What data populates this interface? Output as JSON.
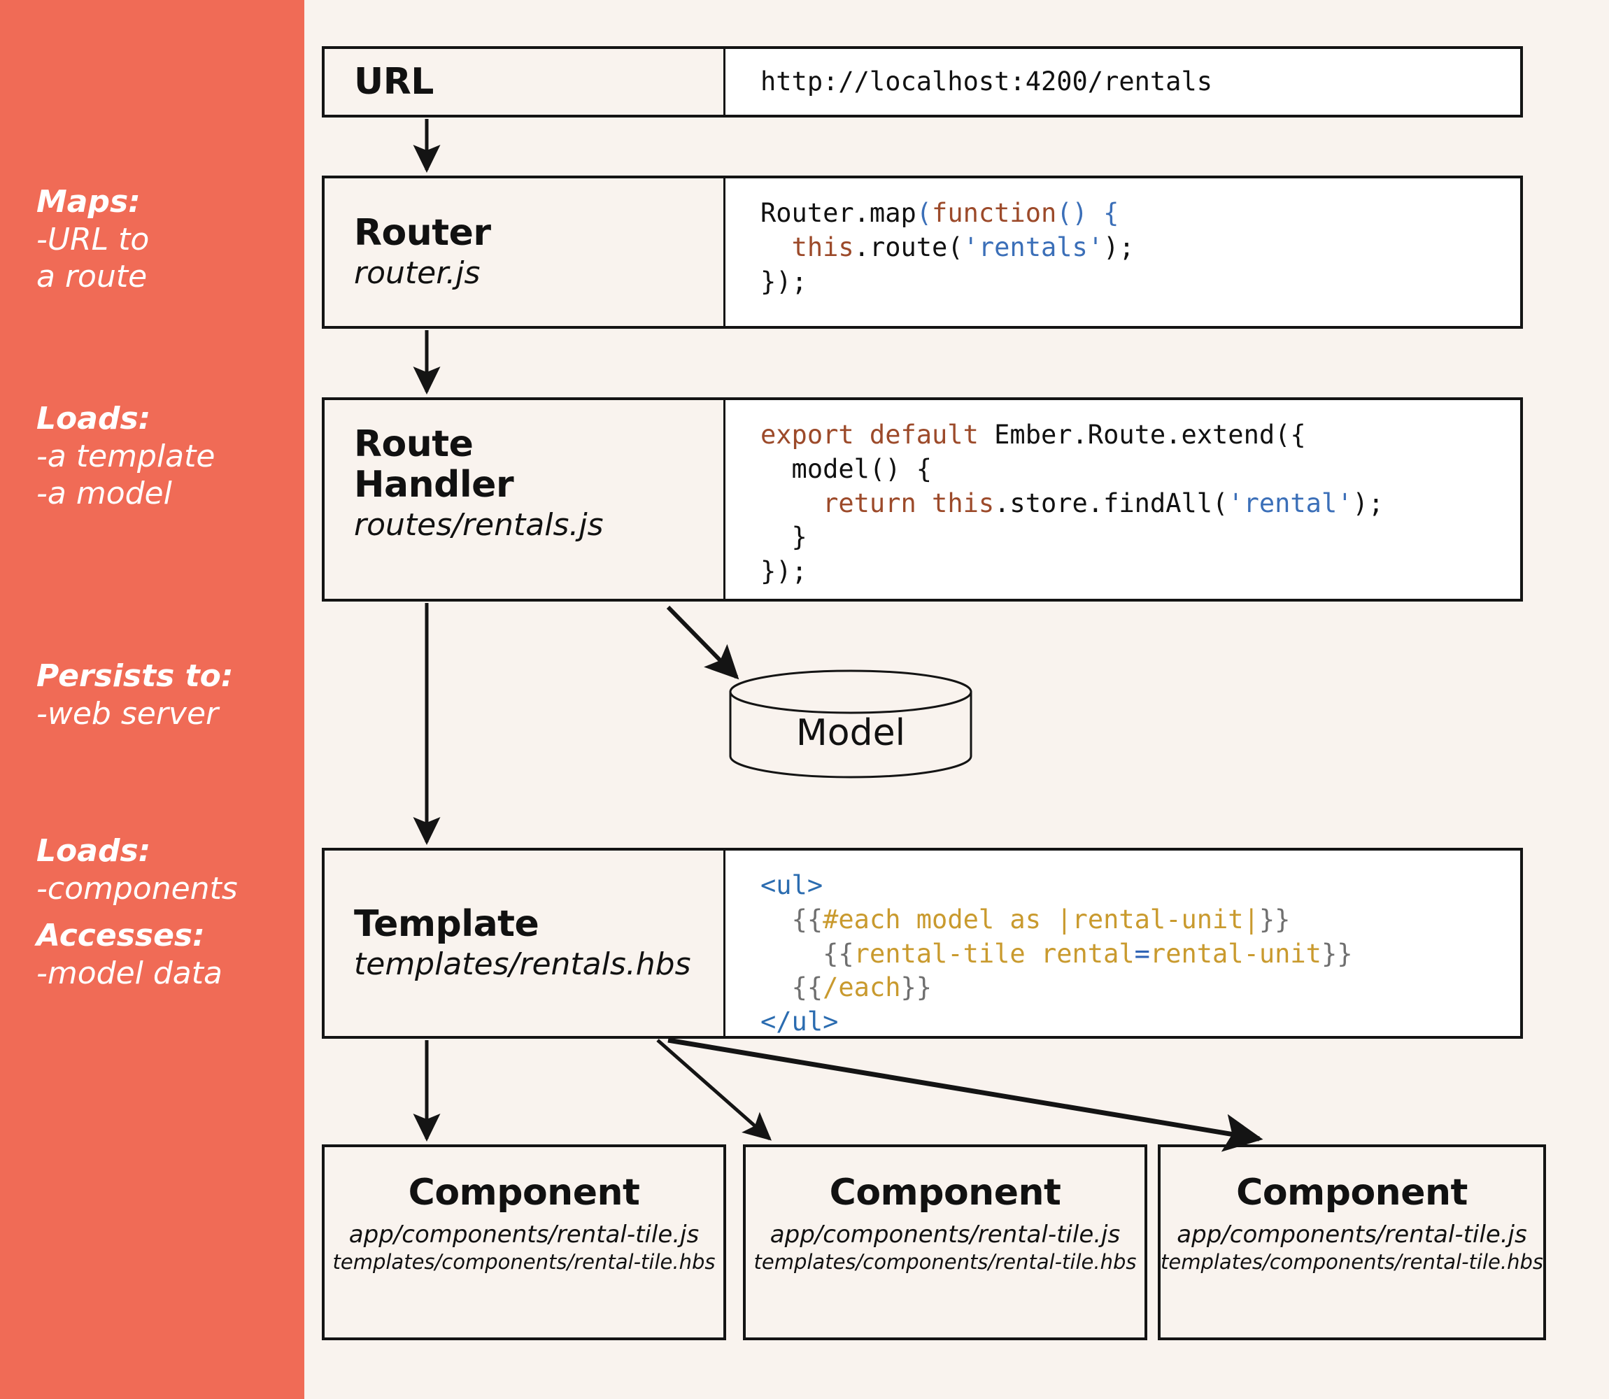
{
  "colors": {
    "sidebar_red": "#F06B56",
    "page_cream": "#F9F3EE",
    "code_panel": "#FFFFFF",
    "ink": "#141414",
    "code_keyword": "#9C4A2A",
    "code_string": "#3B6FB8",
    "code_tag": "#2B6CB0",
    "code_handlebars_brace": "#6F6F6F",
    "code_handlebars_inner": "#C99A2E"
  },
  "sidebar": {
    "notes": [
      {
        "heading": "Maps:",
        "lines": [
          "-URL to",
          "a route"
        ]
      },
      {
        "heading": "Loads:",
        "lines": [
          "-a template",
          "-a model"
        ]
      },
      {
        "heading": "Persists to:",
        "lines": [
          "-web server"
        ]
      },
      {
        "heading": "Loads:",
        "lines": [
          "-components"
        ],
        "heading2": "Accesses:",
        "lines2": [
          "-model data"
        ]
      }
    ]
  },
  "diagram": {
    "url": {
      "title": "URL",
      "subtitle": "",
      "code_plain": "http://localhost:4200/rentals"
    },
    "router": {
      "title": "Router",
      "subtitle": "router.js",
      "code_plain": "Router.map(function() {\n  this.route('rentals');\n});",
      "code_tokens": [
        [
          {
            "t": "Router.map",
            "c": "plain"
          },
          {
            "t": "(",
            "c": "pun"
          },
          {
            "t": "function",
            "c": "kw"
          },
          {
            "t": "()",
            "c": "pun"
          },
          {
            "t": " ",
            "c": "plain"
          },
          {
            "t": "{",
            "c": "pun"
          }
        ],
        [
          {
            "t": "  ",
            "c": "plain"
          },
          {
            "t": "this",
            "c": "kw"
          },
          {
            "t": ".route(",
            "c": "plain"
          },
          {
            "t": "'rentals'",
            "c": "str"
          },
          {
            "t": ");",
            "c": "plain"
          }
        ],
        [
          {
            "t": "});",
            "c": "plain"
          }
        ]
      ]
    },
    "route_handler": {
      "title_line1": "Route",
      "title_line2": "Handler",
      "subtitle": "routes/rentals.js",
      "code_plain": "export default Ember.Route.extend({\n  model() {\n    return this.store.findAll('rental');\n  }\n});",
      "code_tokens": [
        [
          {
            "t": "export default",
            "c": "kw"
          },
          {
            "t": " Ember.Route.extend({",
            "c": "plain"
          }
        ],
        [
          {
            "t": "  model() {",
            "c": "plain"
          }
        ],
        [
          {
            "t": "    ",
            "c": "plain"
          },
          {
            "t": "return this",
            "c": "kw"
          },
          {
            "t": ".store.findAll(",
            "c": "plain"
          },
          {
            "t": "'rental'",
            "c": "str"
          },
          {
            "t": ");",
            "c": "plain"
          }
        ],
        [
          {
            "t": "  }",
            "c": "plain"
          }
        ],
        [
          {
            "t": "});",
            "c": "plain"
          }
        ]
      ]
    },
    "template": {
      "title": "Template",
      "subtitle": "templates/rentals.hbs",
      "code_plain": "<ul>\n  {{#each model as |rental-unit|}}\n    {{rental-tile rental=rental-unit}}\n  {{/each}}\n</ul>",
      "code_tokens": [
        [
          {
            "t": "<ul>",
            "c": "tag"
          }
        ],
        [
          {
            "t": "  ",
            "c": "plain"
          },
          {
            "t": "{{",
            "c": "hb"
          },
          {
            "t": "#each model as |rental-unit|",
            "c": "hbi"
          },
          {
            "t": "}}",
            "c": "hb"
          }
        ],
        [
          {
            "t": "    ",
            "c": "plain"
          },
          {
            "t": "{{",
            "c": "hb"
          },
          {
            "t": "rental-tile rental",
            "c": "hbi"
          },
          {
            "t": "=",
            "c": "eq"
          },
          {
            "t": "rental-unit",
            "c": "hbi"
          },
          {
            "t": "}}",
            "c": "hb"
          }
        ],
        [
          {
            "t": "  ",
            "c": "plain"
          },
          {
            "t": "{{",
            "c": "hb"
          },
          {
            "t": "/each",
            "c": "hbi"
          },
          {
            "t": "}}",
            "c": "hb"
          }
        ],
        [
          {
            "t": "</ul>",
            "c": "tag"
          }
        ]
      ]
    },
    "model_store": {
      "label": "Model"
    },
    "components": [
      {
        "title": "Component",
        "path_js": "app/components/rental-tile.js",
        "path_hbs": "templates/components/rental-tile.hbs"
      },
      {
        "title": "Component",
        "path_js": "app/components/rental-tile.js",
        "path_hbs": "templates/components/rental-tile.hbs"
      },
      {
        "title": "Component",
        "path_js": "app/components/rental-tile.js",
        "path_hbs": "templates/components/rental-tile.hbs"
      }
    ],
    "arrows": [
      {
        "name": "url-to-router",
        "from": "URL",
        "to": "Router"
      },
      {
        "name": "router-to-route-handler",
        "from": "Router",
        "to": "Route Handler"
      },
      {
        "name": "route-handler-to-model",
        "from": "Route Handler",
        "to": "Model"
      },
      {
        "name": "route-handler-to-template",
        "from": "Route Handler",
        "to": "Template"
      },
      {
        "name": "template-to-component-1",
        "from": "Template",
        "to": "Component 1"
      },
      {
        "name": "template-to-component-2",
        "from": "Template",
        "to": "Component 2"
      },
      {
        "name": "template-to-component-3",
        "from": "Template",
        "to": "Component 3"
      }
    ]
  }
}
